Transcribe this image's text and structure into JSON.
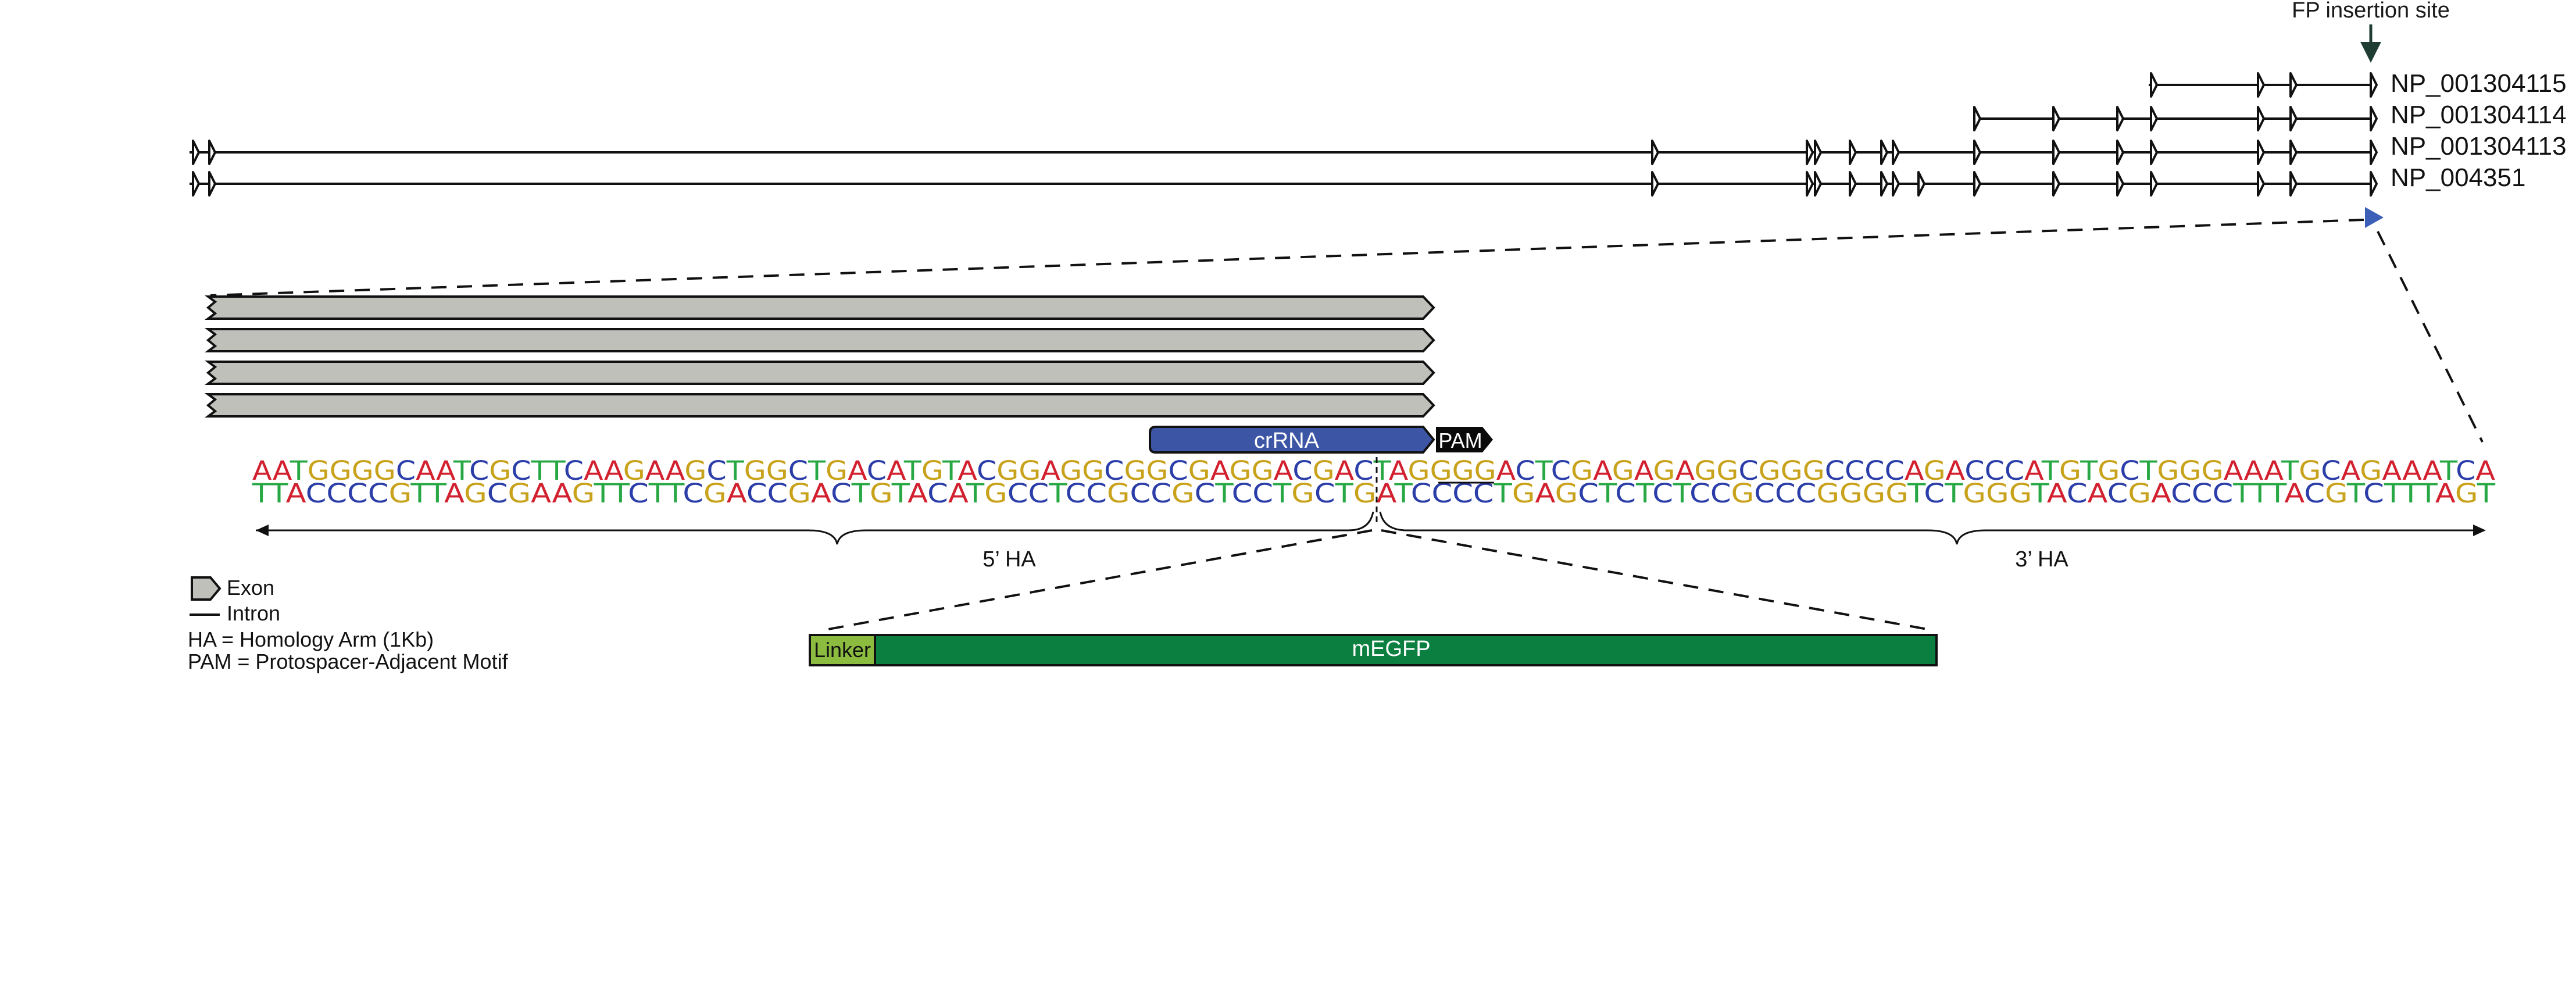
{
  "insertion_label": "FP insertion site",
  "transcripts": [
    "NP_001304115",
    "NP_001304114",
    "NP_001304113",
    "NP_004351"
  ],
  "crrna_label": "crRNA",
  "pam_label": "PAM",
  "sequence_top": "AATGGGGCAATCGCTTCAAGAAGCTGGCTGACATGTACGGAGGCGGCGAGGACGACTAGGGGACTCGAGAGAGGCGGGCCCCAGACCCATGTGCTGGGAAATGCAGAAATCA",
  "sequence_bottom": "TTACCCCGTTAGCGAAGTTCTTCGACCGACTGTACATGCCTCCGCCGCTCCTGCTGATCCCCTGAGCTCTCTCCGCCCGGGGTCTGGGTACACGACCCTTTACGTCTTTAGT",
  "ha5_label": "5’ HA",
  "ha3_label": "3’ HA",
  "linker_label": "Linker",
  "megfp_label": "mEGFP",
  "legend": {
    "exon": "Exon",
    "intron": "Intron",
    "ha": "HA = Homology Arm (1Kb)",
    "pam": "PAM = Protospacer-Adjacent Motif"
  },
  "colors": {
    "A": "#d2202f",
    "T": "#27a844",
    "G": "#c9a21b",
    "C": "#2b3da8",
    "exon_fill": "#c0c0bb",
    "crrna": "#3c55a5",
    "linker": "#8cbc3f",
    "megfp": "#0b7f3f",
    "marker": "#3c5fb7"
  }
}
